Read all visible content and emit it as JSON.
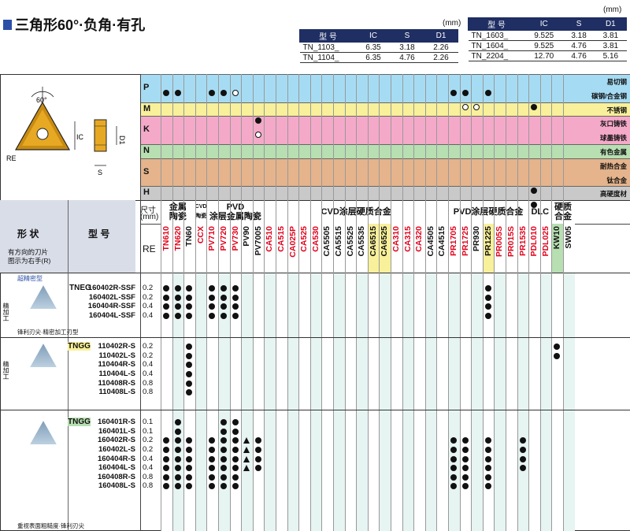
{
  "title": "三角形60°·负角·有孔",
  "unit_label": "(mm)",
  "dim_table_left": {
    "headers": [
      "型 号",
      "IC",
      "S",
      "D1"
    ],
    "rows": [
      [
        "TN_1103_",
        "6.35",
        "3.18",
        "2.26"
      ],
      [
        "TN_1104_",
        "6.35",
        "4.76",
        "2.26"
      ]
    ]
  },
  "dim_table_right": {
    "headers": [
      "型 号",
      "IC",
      "S",
      "D1"
    ],
    "rows": [
      [
        "TN_1603_",
        "9.525",
        "3.18",
        "3.81"
      ],
      [
        "TN_1604_",
        "9.525",
        "4.76",
        "3.81"
      ],
      [
        "TN_2204_",
        "12.70",
        "4.76",
        "5.16"
      ]
    ]
  },
  "diagram": {
    "angle": "60°",
    "re": "RE",
    "ic": "IC",
    "d1": "D1",
    "s": "S"
  },
  "materials": [
    {
      "code": "P",
      "color": "#a6dcf3",
      "sub": [
        "易切钢",
        "碳钢/合金钢"
      ]
    },
    {
      "code": "M",
      "color": "#f8f09a",
      "sub": [
        "不锈钢"
      ]
    },
    {
      "code": "K",
      "color": "#f5a9c9",
      "sub": [
        "灰口铸铁",
        "球墨铸铁"
      ]
    },
    {
      "code": "N",
      "color": "#b7dfb2",
      "sub": [
        "有色金属"
      ]
    },
    {
      "code": "S",
      "color": "#e5b48c",
      "sub": [
        "耐热合金",
        "钛合金"
      ]
    },
    {
      "code": "H",
      "color": "#c9c9c9",
      "sub": [
        "高硬度材"
      ]
    }
  ],
  "header": {
    "shape": "形 状",
    "shape_note": "有方向的刀片\n图示为右手(R)",
    "model": "型 号",
    "size": "尺寸\n(mm)",
    "re": "RE",
    "groups": [
      "金属\n陶瓷",
      "CVD\n陶瓷",
      "PVD\n涂层金属陶瓷",
      "CVD涂层硬质合金",
      "PVD涂层硬质合金",
      "DLC",
      "硬质\n合金"
    ]
  },
  "grades": [
    "TN610",
    "TN620",
    "TN60",
    "CCX",
    "PV710",
    "PV720",
    "PV730",
    "PV90",
    "PV7005",
    "CA510",
    "CA515",
    "CA025P",
    "CA525",
    "CA530",
    "CA5505",
    "CA5515",
    "CA5525",
    "CA5535",
    "CA6515",
    "CA6525",
    "CA310",
    "CA315",
    "CA320",
    "CA4505",
    "CA4515",
    "PR1705",
    "PR1725",
    "PR930",
    "PR1225",
    "PR005S",
    "PR015S",
    "PR1535",
    "PDL010",
    "PDL025",
    "KW10",
    "SW05"
  ],
  "grade_colors": [
    "red",
    "red",
    "black",
    "red",
    "red",
    "red",
    "red",
    "black",
    "black",
    "red",
    "red",
    "red",
    "red",
    "red",
    "black",
    "black",
    "black",
    "black",
    "black",
    "black",
    "red",
    "red",
    "red",
    "black",
    "black",
    "red",
    "red",
    "black",
    "black",
    "red",
    "red",
    "red",
    "red",
    "red",
    "black",
    "black"
  ],
  "grade_bg": [
    "#fff",
    "#fff",
    "#fff",
    "#fff",
    "#fff",
    "#fff",
    "#fff",
    "#fff",
    "#fff",
    "#fff",
    "#fff",
    "#fff",
    "#fff",
    "#fff",
    "#fff",
    "#fff",
    "#fff",
    "#fff",
    "#f8f09a",
    "#f8f09a",
    "#fff",
    "#fff",
    "#fff",
    "#fff",
    "#fff",
    "#fff",
    "#fff",
    "#fff",
    "#f8f09a",
    "#fff",
    "#fff",
    "#fff",
    "#fff",
    "#fff",
    "#b7dfb2",
    "#fff"
  ],
  "sections": [
    {
      "tag": "超精密型",
      "side_label": "精加工",
      "caption": "锋利刃尖·精密加工刃型",
      "family": "TNEG",
      "rows": [
        {
          "model": "160402R-SSF",
          "re": "0.2"
        },
        {
          "model": "160402L-SSF",
          "re": "0.2"
        },
        {
          "model": "160404R-SSF",
          "re": "0.4"
        },
        {
          "model": "160404L-SSF",
          "re": "0.4"
        }
      ]
    },
    {
      "tag": "",
      "side_label": "精加工",
      "caption": "",
      "family": "TNGG",
      "rows": [
        {
          "model": "110402R-S",
          "re": "0.2"
        },
        {
          "model": "110402L-S",
          "re": "0.2"
        },
        {
          "model": "110404R-S",
          "re": "0.4"
        },
        {
          "model": "110404L-S",
          "re": "0.4"
        },
        {
          "model": "110408R-S",
          "re": "0.8"
        },
        {
          "model": "110408L-S",
          "re": "0.8"
        }
      ]
    },
    {
      "tag": "",
      "side_label": "",
      "caption": "重视表面粗糙度·锋利刃尖",
      "family": "TNGG",
      "rows": [
        {
          "model": "160401R-S",
          "re": "0.1"
        },
        {
          "model": "160401L-S",
          "re": "0.1"
        },
        {
          "model": "160402R-S",
          "re": "0.2"
        },
        {
          "model": "160402L-S",
          "re": "0.2"
        },
        {
          "model": "160404R-S",
          "re": "0.4"
        },
        {
          "model": "160404L-S",
          "re": "0.4"
        },
        {
          "model": "160408R-S",
          "re": "0.8"
        },
        {
          "model": "160408L-S",
          "re": "0.8"
        }
      ]
    }
  ]
}
